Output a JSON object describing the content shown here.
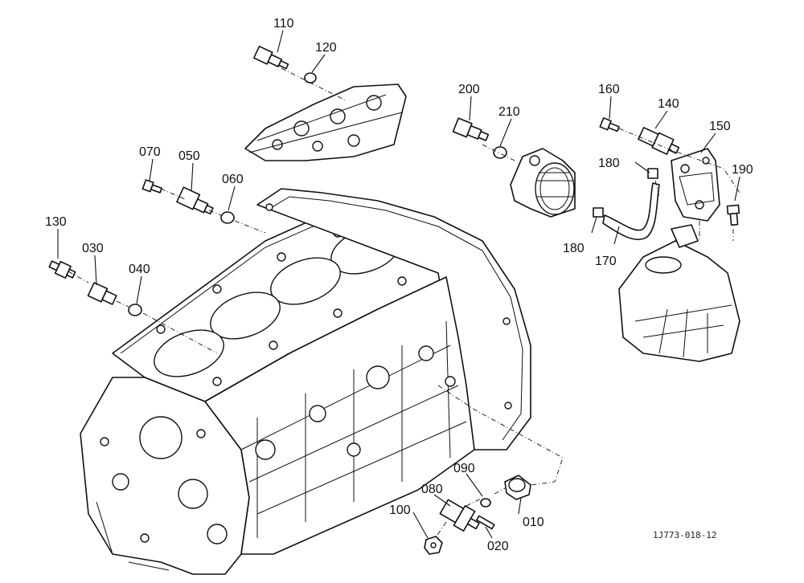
{
  "callouts": {
    "c110": "110",
    "c120": "120",
    "c200": "200",
    "c210": "210",
    "c160": "160",
    "c140": "140",
    "c150": "150",
    "c180a": "180",
    "c190": "190",
    "c180b": "180",
    "c170": "170",
    "c070": "070",
    "c050": "050",
    "c060": "060",
    "c130": "130",
    "c030": "030",
    "c040": "040",
    "c090": "090",
    "c080": "080",
    "c010": "010",
    "c100": "100",
    "c020": "020"
  },
  "drawing_code": "1J773-018-12"
}
